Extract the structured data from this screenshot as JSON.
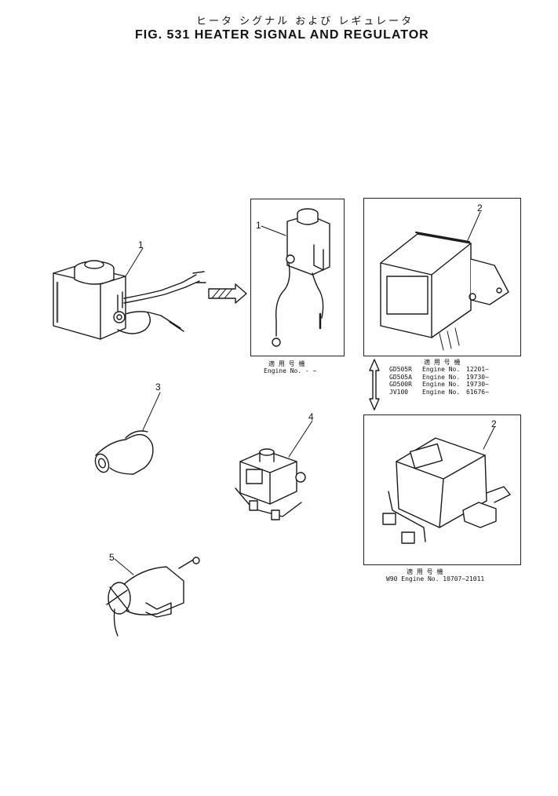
{
  "title": {
    "japanese": "ヒータ シグナル および レギュレータ",
    "english": "FIG. 531  HEATER  SIGNAL  AND  REGULATOR"
  },
  "callouts": [
    "1",
    "1",
    "2",
    "2",
    "3",
    "4",
    "5"
  ],
  "applicability_top": {
    "header_jp": "適 用 号 機",
    "header_en": "Engine No.     -   ~"
  },
  "applicability_right": {
    "header_jp": "適 用 号 機",
    "rows": [
      {
        "model": "GD505R",
        "engine": "Engine  No.",
        "range": "12201~"
      },
      {
        "model": "GD505A",
        "engine": "Engine  No.",
        "range": "19730~"
      },
      {
        "model": "GD500R",
        "engine": "Engine  No.",
        "range": "19730~"
      },
      {
        "model": "JV100",
        "engine": "Engine  No.",
        "range": "61676~"
      }
    ]
  },
  "applicability_bottom": {
    "header_jp": "適 用 号 機",
    "row": "W90  Engine  No.  10707~21011"
  }
}
